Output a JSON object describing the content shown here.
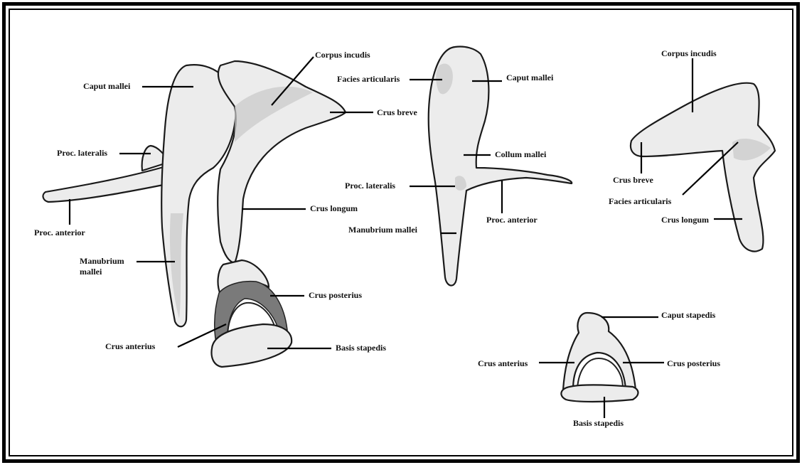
{
  "labels": {
    "corpus_incudis_1": "Corpus incudis",
    "caput_mallei_1": "Caput mallei",
    "crus_breve_1": "Crus breve",
    "proc_lateralis_1": "Proc. lateralis",
    "proc_anterior_1": "Proc. anterior",
    "crus_longum_1": "Crus longum",
    "manubrium_mallei_1": "Manubrium\nmallei",
    "crus_posterius_1": "Crus posterius",
    "crus_anterius_1": "Crus anterius",
    "basis_stapedis_1": "Basis stapedis",
    "facies_articularis_2": "Facies articularis",
    "caput_mallei_2": "Caput mallei",
    "collum_mallei_2": "Collum mallei",
    "proc_lateralis_2": "Proc. lateralis",
    "proc_anterior_2": "Proc. anterior",
    "manubrium_mallei_2": "Manubrium mallei",
    "corpus_incudis_3": "Corpus incudis",
    "crus_breve_3": "Crus breve",
    "facies_articularis_3": "Facies articularis",
    "crus_longum_3": "Crus longum",
    "caput_stapedis_4": "Caput stapedis",
    "crus_anterius_4": "Crus anterius",
    "crus_posterius_4": "Crus posterius",
    "basis_stapedis_4": "Basis stapedis"
  }
}
